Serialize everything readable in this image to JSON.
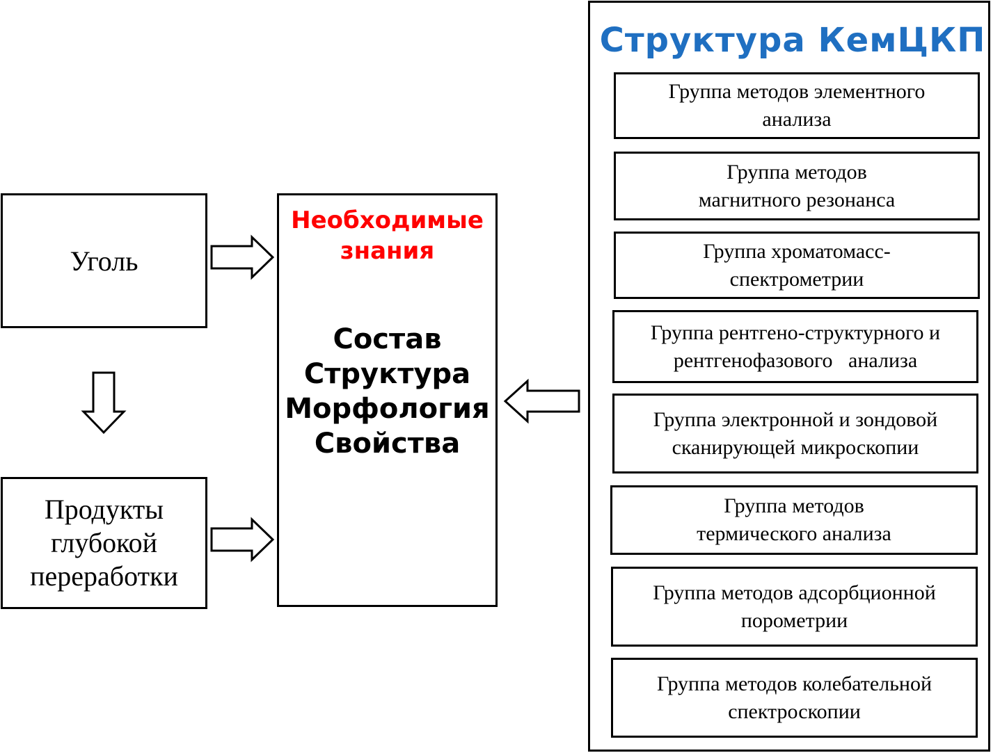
{
  "source_box": {
    "label": "Уголь"
  },
  "products_box": {
    "lines": [
      "Продукты",
      "глубокой",
      "переработки"
    ]
  },
  "knowledge_box": {
    "title_lines": [
      "Необходимые",
      "знания"
    ],
    "title_color": "#ff0000",
    "items": [
      "Состав",
      "Структура",
      "Морфология",
      "Свойства"
    ]
  },
  "structure_panel": {
    "title": "Структура КемЦКП",
    "title_color": "#1f6fc1",
    "groups": [
      {
        "line1": "Группа методов элементного",
        "line2": "анализа"
      },
      {
        "line1": "Группа методов",
        "line2": "магнитного резонанса"
      },
      {
        "line1": "Группа хроматомасс-",
        "line2": "спектрометрии"
      },
      {
        "line1": "Группа рентгено-структурного и",
        "line2": "рентгенофазового   анализа"
      },
      {
        "line1": "Группа электронной и зондовой",
        "line2": "сканирующей микроскопии"
      },
      {
        "line1": "Группа методов",
        "line2": "термического анализа"
      },
      {
        "line1": "Группа методов адсорбционной",
        "line2": "порометрии"
      },
      {
        "line1": "Группа методов колебательной",
        "line2": "спектроскопии"
      }
    ]
  },
  "arrows": [
    "arrow-right",
    "arrow-down",
    "arrow-right",
    "arrow-left"
  ]
}
